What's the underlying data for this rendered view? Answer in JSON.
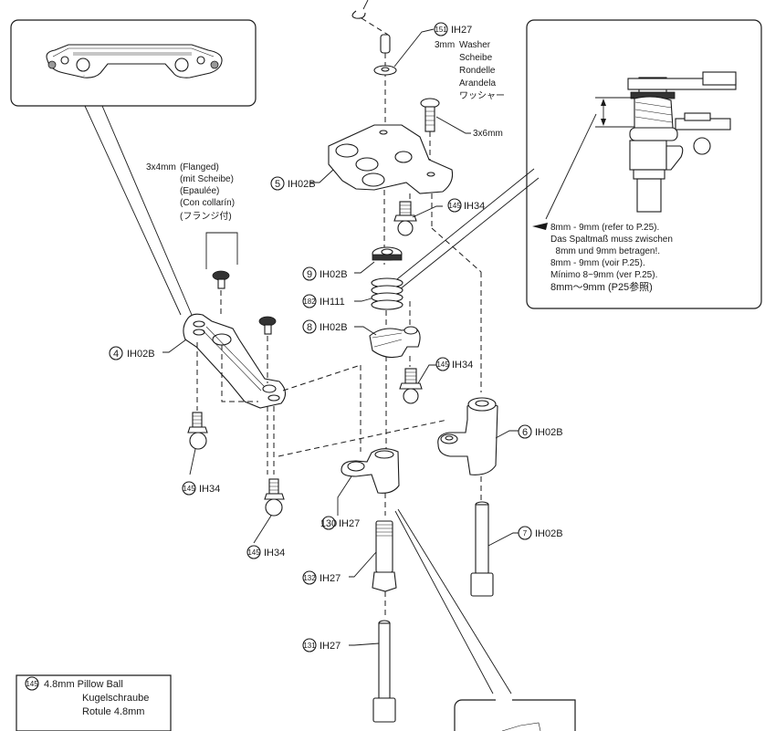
{
  "diagram": {
    "title": "Steering crank / servo saver assembly (exploded view)",
    "parts": [
      {
        "id": "e-clip",
        "number": "",
        "code": ""
      },
      {
        "id": "pin",
        "number": "",
        "code": ""
      },
      {
        "id": "washer-151",
        "number": "151",
        "code": "IH27",
        "desc": [
          "3mm",
          "Washer",
          "Scheibe",
          "Rondelle",
          "Arandela",
          "ワッシャー"
        ]
      },
      {
        "id": "screw-3x6",
        "number": "",
        "code": "",
        "desc": [
          "3x6mm"
        ]
      },
      {
        "id": "upper-plate-5",
        "number": "5",
        "code": "IH02B"
      },
      {
        "id": "pillow-145-a",
        "number": "145",
        "code": "IH34"
      },
      {
        "id": "adjuster-nut-9",
        "number": "9",
        "code": "IH02B"
      },
      {
        "id": "spring-182",
        "number": "182",
        "code": "IH111"
      },
      {
        "id": "collar-8",
        "number": "8",
        "code": "IH02B"
      },
      {
        "id": "pillow-145-b",
        "number": "145",
        "code": "IH34"
      },
      {
        "id": "drag-link-4",
        "number": "4",
        "code": "IH02B"
      },
      {
        "id": "screws-3x4",
        "number": "",
        "code": "",
        "desc": [
          "3x4mm",
          "(Flanged)",
          "(mit Scheibe)",
          "(Epaulée)",
          "(Con collarín)",
          "(フランジ付)"
        ]
      },
      {
        "id": "pillow-145-c",
        "number": "145",
        "code": "IH34"
      },
      {
        "id": "pillow-145-d",
        "number": "145",
        "code": "IH34"
      },
      {
        "id": "crank-6",
        "number": "6",
        "code": "IH02B"
      },
      {
        "id": "crank-7",
        "number": "7",
        "code": "IH02B"
      },
      {
        "id": "post-130",
        "number": "130",
        "code": "IH27"
      },
      {
        "id": "post-132",
        "number": "132",
        "code": "IH27"
      },
      {
        "id": "shaft-131",
        "number": "131",
        "code": "IH27"
      }
    ],
    "callout_gap": {
      "lines": [
        "8mm - 9mm (refer to P.25).",
        "Das Spaltmaß muss zwischen",
        "  8mm und 9mm betragen!.",
        "8mm - 9mm (voir P.25).",
        "Mínimo 8~9mm (ver P.25).",
        "8mm～9mm (P25参照)"
      ]
    },
    "legend": {
      "number": "145",
      "lines": [
        "4.8mm Pillow Ball",
        "Kugelschraube",
        "Rotule 4.8mm"
      ]
    }
  }
}
